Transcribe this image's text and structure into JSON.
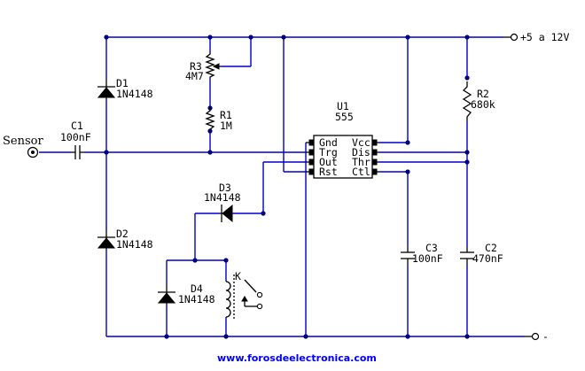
{
  "supply": {
    "positive": "+5 a 12V",
    "negative": "-"
  },
  "sensor": {
    "label": "Sensor"
  },
  "components": {
    "c1": {
      "ref": "C1",
      "value": "100nF"
    },
    "d1": {
      "ref": "D1",
      "value": "1N4148"
    },
    "d2": {
      "ref": "D2",
      "value": "1N4148"
    },
    "d3": {
      "ref": "D3",
      "value": "1N4148"
    },
    "d4": {
      "ref": "D4",
      "value": "1N4148"
    },
    "r1": {
      "ref": "R1",
      "value": "1M"
    },
    "r2": {
      "ref": "R2",
      "value": "680k"
    },
    "r3": {
      "ref": "R3",
      "value": "4M7"
    },
    "c2": {
      "ref": "C2",
      "value": "470nF"
    },
    "c3": {
      "ref": "C3",
      "value": "100nF"
    },
    "relay": {
      "ref": "K"
    }
  },
  "ic": {
    "ref": "U1",
    "part": "555",
    "pins_left": [
      "Gnd",
      "Trg",
      "Out",
      "Rst"
    ],
    "pins_right": [
      "Vcc",
      "Dis",
      "Thr",
      "Ctl"
    ]
  },
  "footer": {
    "url": "www.forosdeelectronica.com"
  }
}
